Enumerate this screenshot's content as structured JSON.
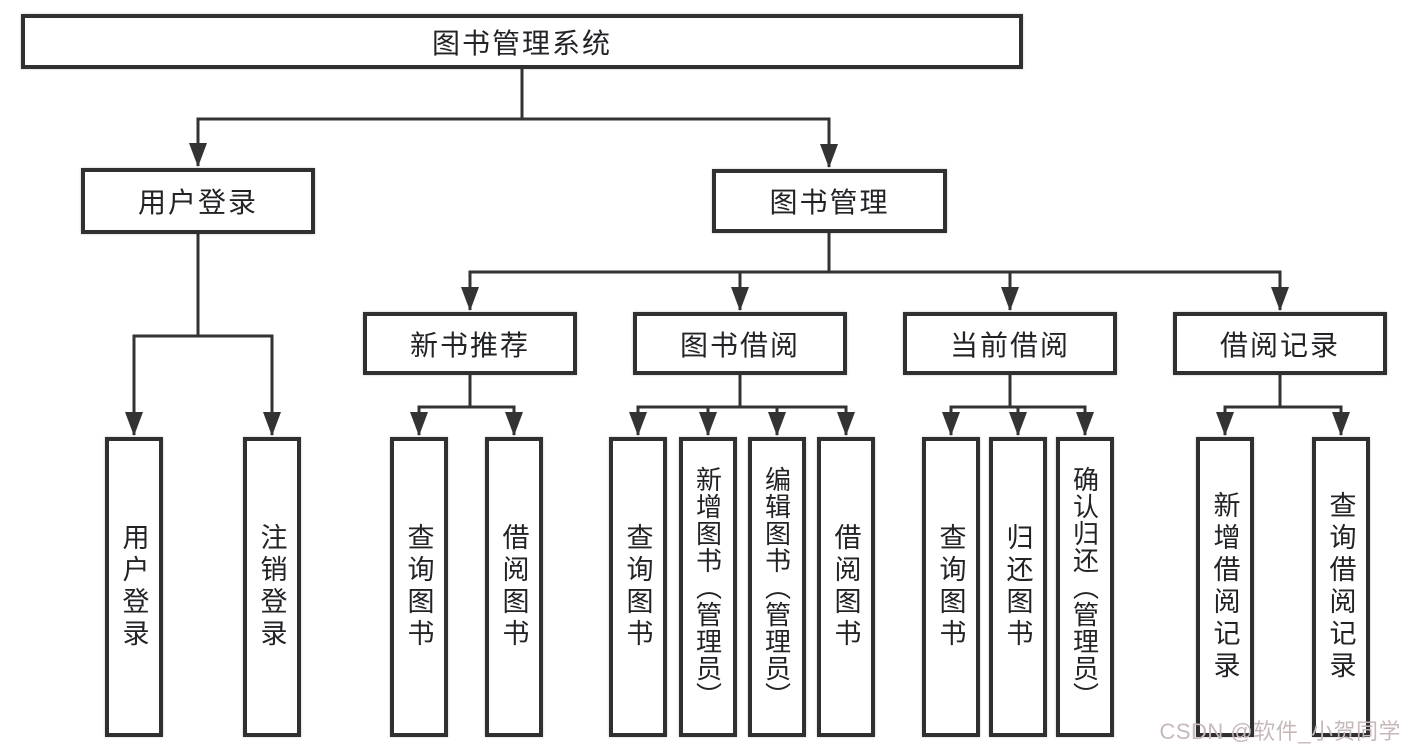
{
  "nodes": {
    "root": "图书管理系统",
    "user_login": "用户登录",
    "book_mgmt": "图书管理",
    "new_book_rec": "新书推荐",
    "book_borrow": "图书借阅",
    "current_borrow": "当前借阅",
    "borrow_record": "借阅记录"
  },
  "leaves": [
    "用户登录",
    "注销登录",
    "查询图书",
    "借阅图书",
    "查询图书",
    "新增图书（管理员）",
    "编辑图书（管理员）",
    "借阅图书",
    "查询图书",
    "归还图书",
    "确认归还（管理员）",
    "新增借阅记录",
    "查询借阅记录"
  ],
  "watermark": {
    "text": "CSDN @软件_小贺同学",
    "color": "#c7b9b9"
  },
  "colors": {
    "line": "#333333",
    "box_border": "#2f3032",
    "text": "#222326",
    "background": "#ffffff"
  }
}
